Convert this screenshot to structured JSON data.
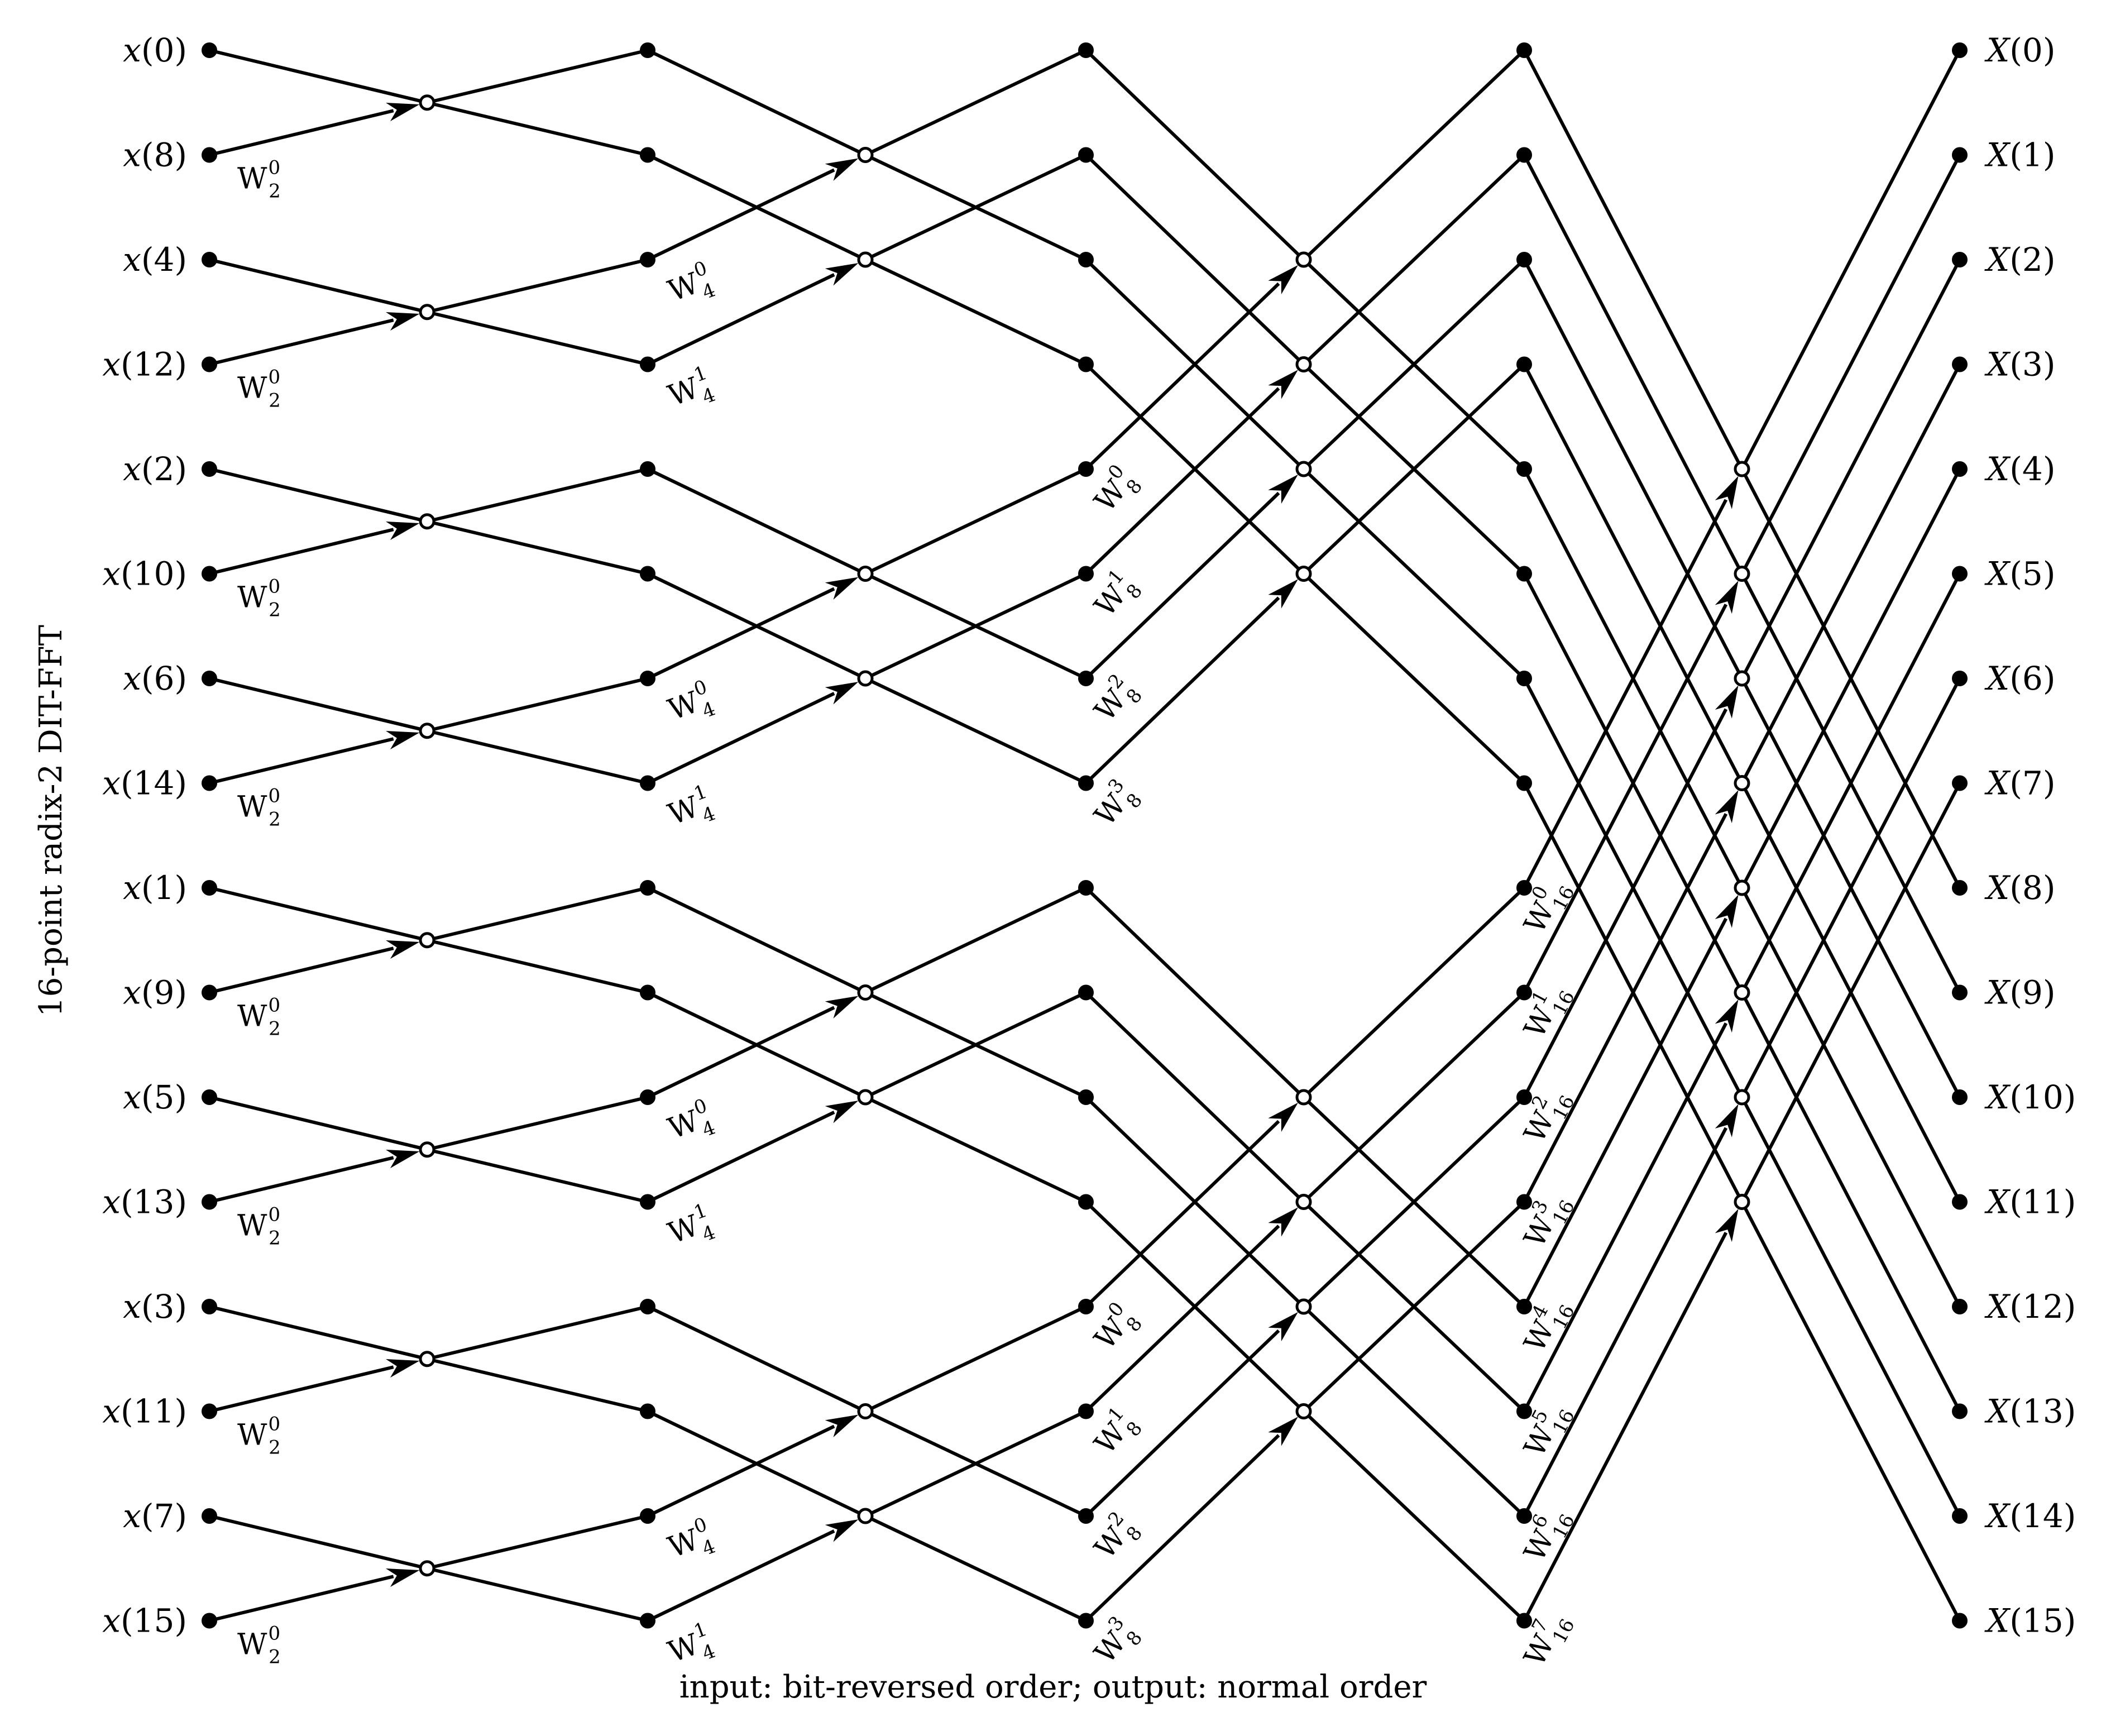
{
  "diagram": {
    "side_title": "16-point radix-2 DIT-FFT",
    "caption": "input: bit-reversed order; output: normal order",
    "inputs": [
      "x(0)",
      "x(8)",
      "x(4)",
      "x(12)",
      "x(2)",
      "x(10)",
      "x(6)",
      "x(14)",
      "x(1)",
      "x(9)",
      "x(5)",
      "x(13)",
      "x(3)",
      "x(11)",
      "x(7)",
      "x(15)"
    ],
    "outputs": [
      "X(0)",
      "X(1)",
      "X(2)",
      "X(3)",
      "X(4)",
      "X(5)",
      "X(6)",
      "X(7)",
      "X(8)",
      "X(9)",
      "X(10)",
      "X(11)",
      "X(12)",
      "X(13)",
      "X(14)",
      "X(15)"
    ],
    "twiddle_symbol": "W",
    "stages": [
      {
        "n": "2",
        "twiddles": [
          {
            "row": 1,
            "k": "0"
          },
          {
            "row": 3,
            "k": "0"
          },
          {
            "row": 5,
            "k": "0"
          },
          {
            "row": 7,
            "k": "0"
          },
          {
            "row": 9,
            "k": "0"
          },
          {
            "row": 11,
            "k": "0"
          },
          {
            "row": 13,
            "k": "0"
          },
          {
            "row": 15,
            "k": "0"
          }
        ]
      },
      {
        "n": "4",
        "twiddles": [
          {
            "row": 2,
            "k": "0"
          },
          {
            "row": 3,
            "k": "1"
          },
          {
            "row": 6,
            "k": "0"
          },
          {
            "row": 7,
            "k": "1"
          },
          {
            "row": 10,
            "k": "0"
          },
          {
            "row": 11,
            "k": "1"
          },
          {
            "row": 14,
            "k": "0"
          },
          {
            "row": 15,
            "k": "1"
          }
        ]
      },
      {
        "n": "8",
        "twiddles": [
          {
            "row": 4,
            "k": "0"
          },
          {
            "row": 5,
            "k": "1"
          },
          {
            "row": 6,
            "k": "2"
          },
          {
            "row": 7,
            "k": "3"
          },
          {
            "row": 12,
            "k": "0"
          },
          {
            "row": 13,
            "k": "1"
          },
          {
            "row": 14,
            "k": "2"
          },
          {
            "row": 15,
            "k": "3"
          }
        ]
      },
      {
        "n": "16",
        "twiddles": [
          {
            "row": 8,
            "k": "0"
          },
          {
            "row": 9,
            "k": "1"
          },
          {
            "row": 10,
            "k": "2"
          },
          {
            "row": 11,
            "k": "3"
          },
          {
            "row": 12,
            "k": "4"
          },
          {
            "row": 13,
            "k": "5"
          },
          {
            "row": 14,
            "k": "6"
          },
          {
            "row": 15,
            "k": "7"
          }
        ]
      }
    ]
  }
}
